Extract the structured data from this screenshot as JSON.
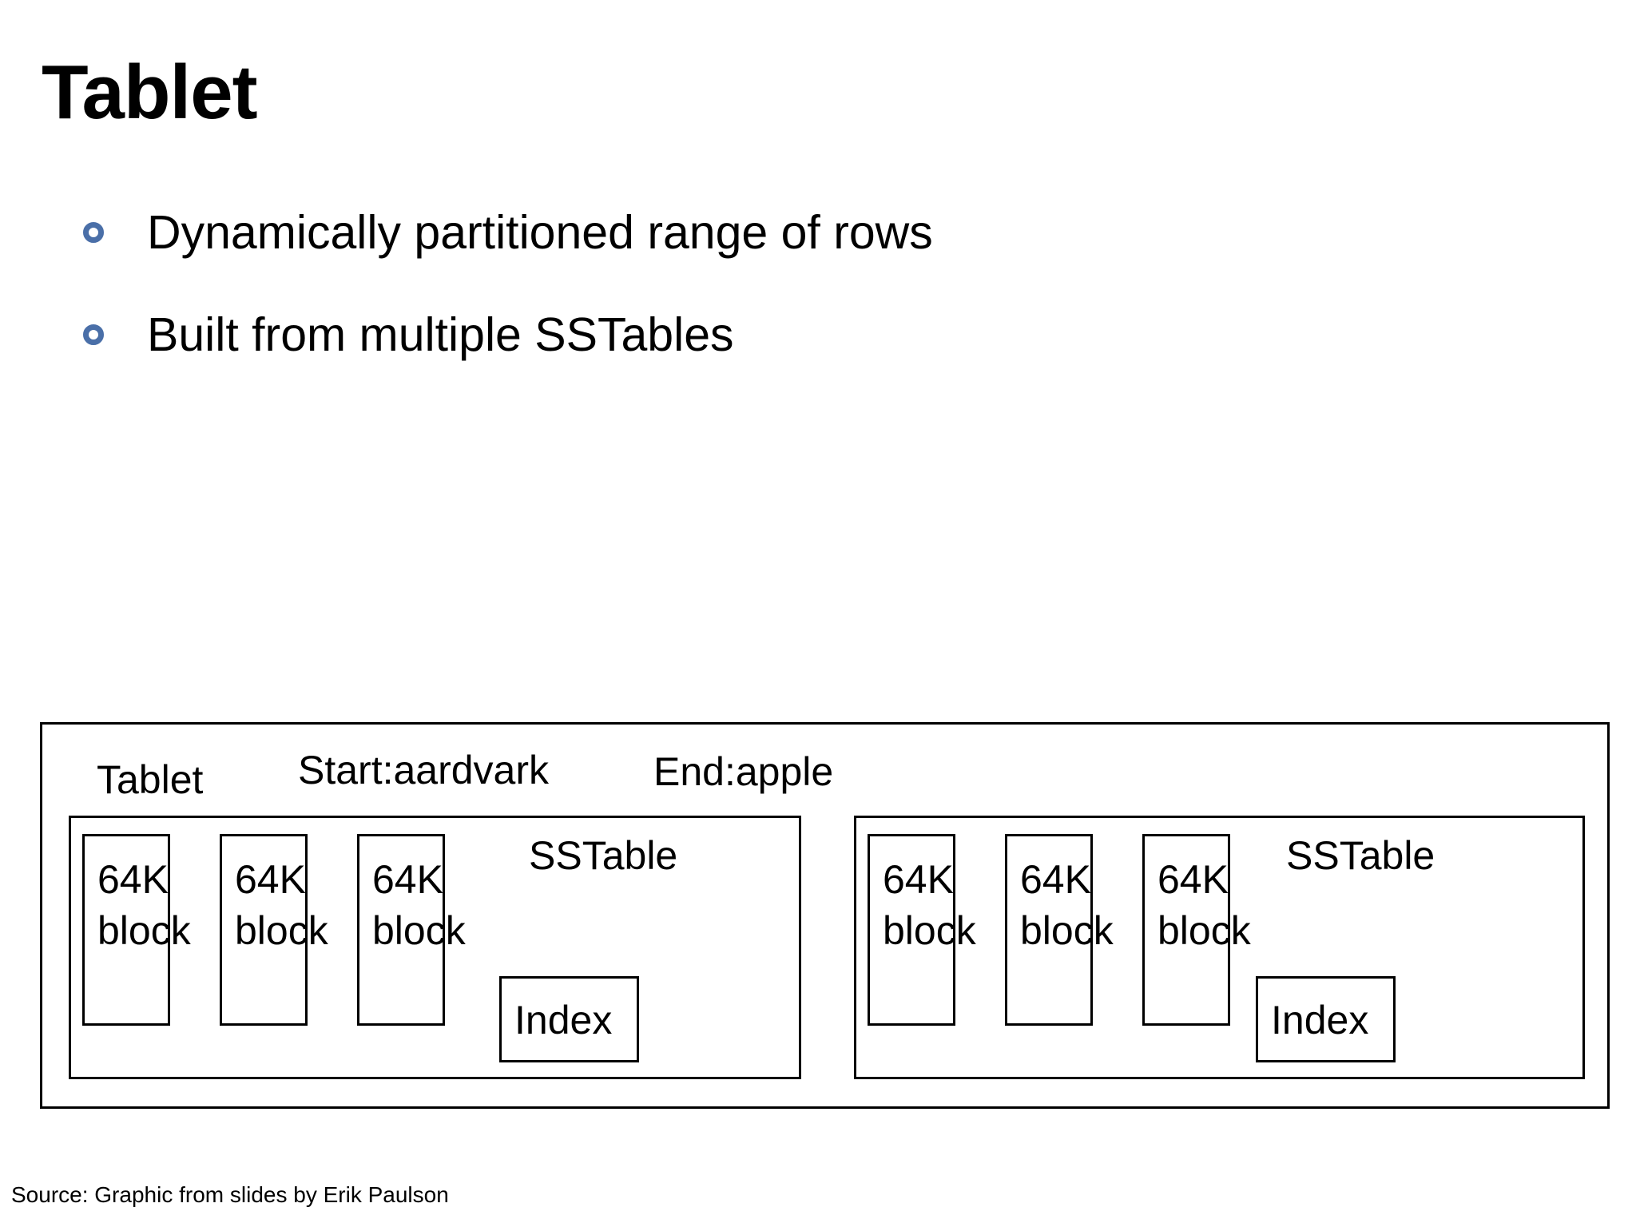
{
  "slide": {
    "title": "Tablet",
    "bullet_marker_color": "#4A6FA8",
    "bullets": [
      {
        "text": "Dynamically partitioned range of rows"
      },
      {
        "text": "Built from multiple SSTables"
      }
    ],
    "source_note": "Source: Graphic from slides by Erik Paulson"
  },
  "diagram": {
    "header": {
      "tablet_label": "Tablet",
      "start_label": "Start:aardvark",
      "end_label": "End:apple"
    },
    "sstables": [
      {
        "label": "SSTable",
        "blocks": [
          {
            "size": "64K",
            "kind": "block"
          },
          {
            "size": "64K",
            "kind": "block"
          },
          {
            "size": "64K",
            "kind": "block"
          }
        ],
        "index_label": "Index"
      },
      {
        "label": "SSTable",
        "blocks": [
          {
            "size": "64K",
            "kind": "block"
          },
          {
            "size": "64K",
            "kind": "block"
          },
          {
            "size": "64K",
            "kind": "block"
          }
        ],
        "index_label": "Index"
      }
    ]
  }
}
